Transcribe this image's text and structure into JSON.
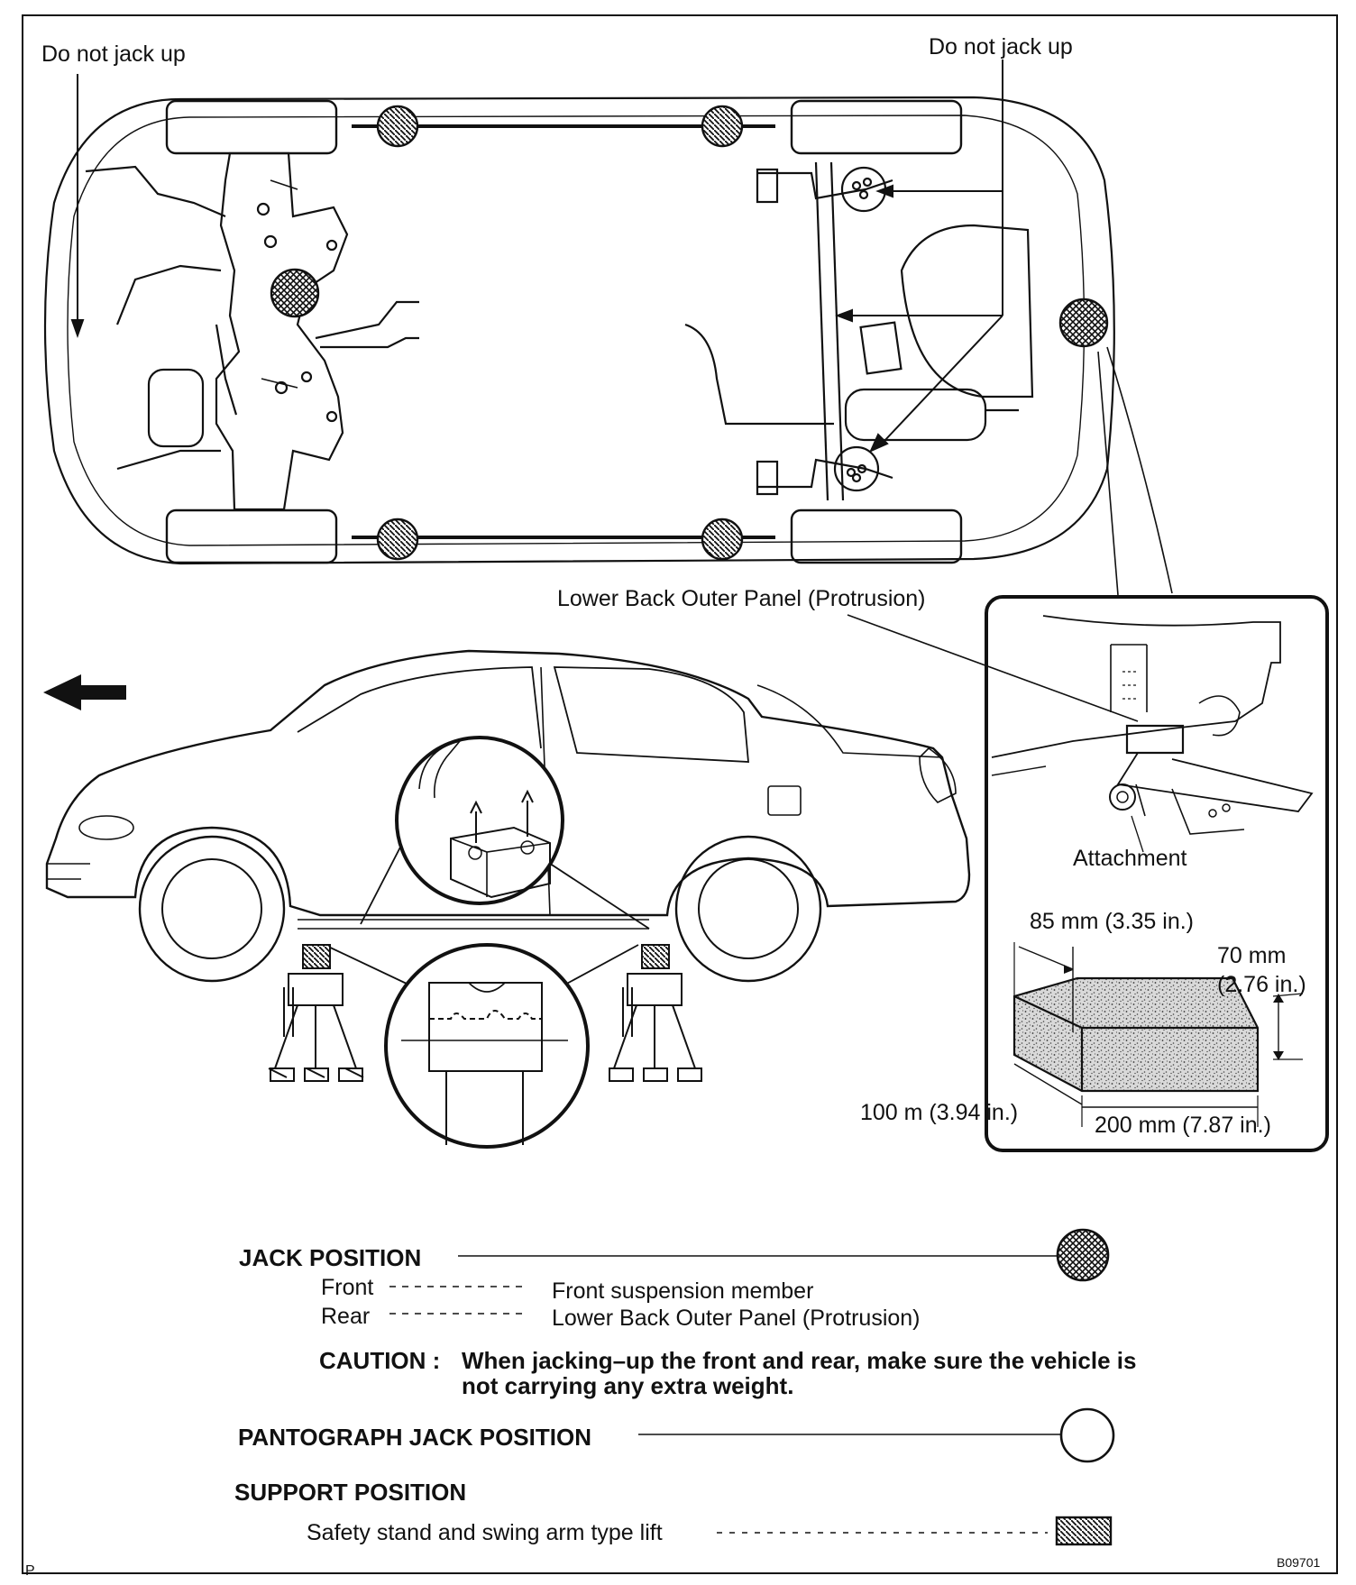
{
  "diagram": {
    "labels": {
      "do_not_jack_up_left": "Do not jack up",
      "do_not_jack_up_right": "Do not jack up",
      "lower_back_outer_panel": "Lower Back Outer Panel (Protrusion)",
      "attachment": "Attachment"
    },
    "dimensions": {
      "depth": "85 mm (3.35 in.)",
      "height_mm": "70 mm",
      "height_in": "(2.76 in.)",
      "width_left": "100 m (3.94 in.)",
      "length": "200 mm (7.87 in.)"
    }
  },
  "legend": {
    "jack_position": {
      "title": "JACK POSITION",
      "front_label": "Front",
      "front_value": "Front suspension member",
      "rear_label": "Rear",
      "rear_value": "Lower Back Outer Panel (Protrusion)"
    },
    "caution": {
      "label": "CAUTION :",
      "line1": "When jacking–up the front and rear, make sure the vehicle is",
      "line2": "not carrying any extra weight."
    },
    "pantograph": {
      "title": "PANTOGRAPH JACK POSITION"
    },
    "support": {
      "title": "SUPPORT POSITION",
      "item": "Safety stand and swing arm type lift"
    }
  },
  "footer": {
    "left_mark": "P",
    "figure_code": "B09701"
  },
  "colors": {
    "line": "#111111",
    "background": "#ffffff"
  },
  "icons": [
    "jack-position-symbol",
    "pantograph-symbol",
    "support-symbol",
    "direction-arrow-icon"
  ]
}
